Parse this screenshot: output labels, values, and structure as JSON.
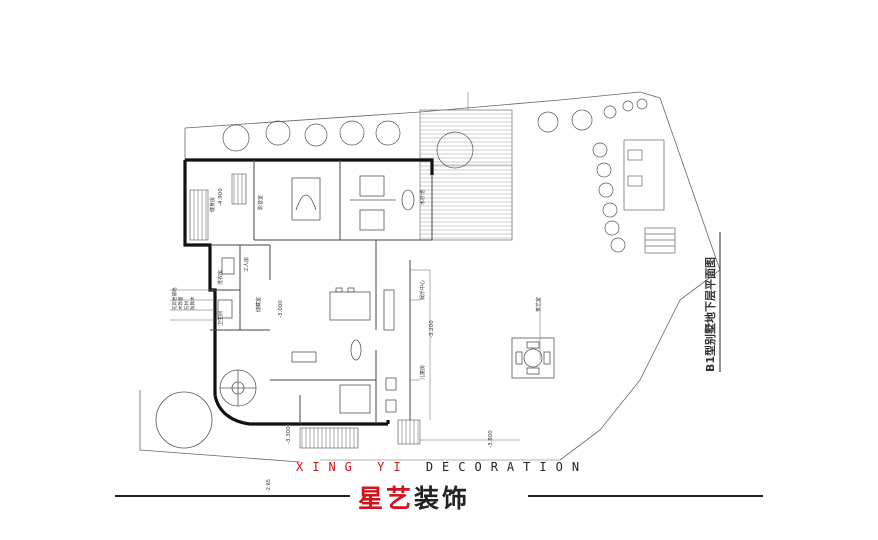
{
  "plan": {
    "title": "B1型别墅地下层平面图",
    "rooms": {
      "jianshenfang": "健身房",
      "yinyingshi": "影音室",
      "shuiyunchi": "水疗池",
      "yulezhongxin": "娱乐中心",
      "ertong": "儿童房",
      "gongren": "工人房",
      "xiyi": "洗衣房",
      "weisheng": "卫生间",
      "chushi": "储藏室",
      "shangjixi": "茶艺室"
    },
    "levels": {
      "main": "-3.000",
      "pool": "-4.900",
      "right": "-3.200",
      "lower": "-3.300",
      "stair": "-3.800",
      "bottom": "-2.65"
    },
    "notes": [
      "花岗岩铺地",
      "木饰面",
      "石材",
      "防腐木"
    ]
  },
  "brand": {
    "en_red": "XING YI",
    "en_dark": "DECORATION",
    "cn_red": "星艺",
    "cn_dark": "装饰"
  },
  "colors": {
    "wall": "#111111",
    "line": "#555555",
    "accent": "#d0141b"
  }
}
